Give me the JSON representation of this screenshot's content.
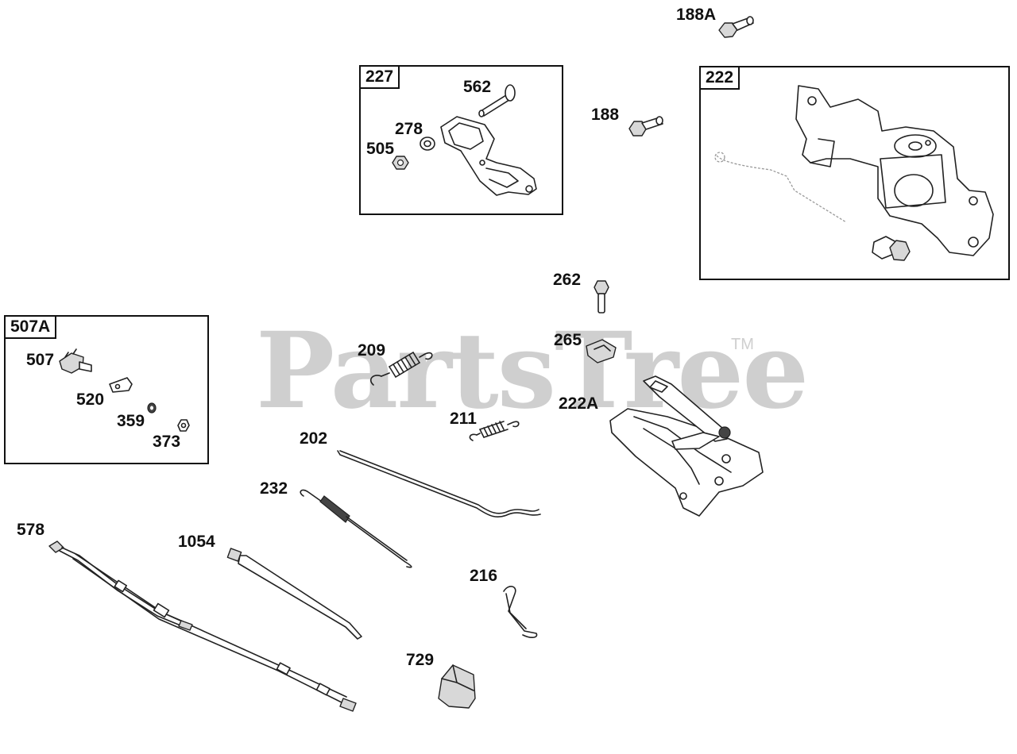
{
  "watermark": {
    "brand": "PartsTree",
    "trademark": "TM"
  },
  "groups": [
    {
      "id": "227",
      "label": "227"
    },
    {
      "id": "222",
      "label": "222"
    },
    {
      "id": "507A",
      "label": "507A"
    }
  ],
  "parts": {
    "p188A": "188A",
    "p188": "188",
    "p562": "562",
    "p278": "278",
    "p505": "505",
    "p262": "262",
    "p265": "265",
    "p222A": "222A",
    "p209": "209",
    "p211": "211",
    "p202": "202",
    "p232": "232",
    "p507": "507",
    "p520": "520",
    "p359": "359",
    "p373": "373",
    "p578": "578",
    "p1054": "1054",
    "p216": "216",
    "p729": "729"
  }
}
